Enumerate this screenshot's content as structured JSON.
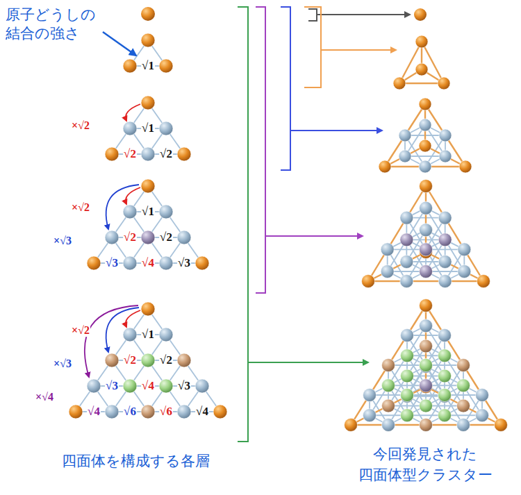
{
  "diagram": {
    "labels": [
      "原子どうしの 結合の強さ",
      "√1",
      "×√2",
      "√1",
      "√2",
      "√2",
      "×√2",
      "×√3",
      "√1",
      "√2",
      "√2",
      "√3",
      "√4",
      "√3",
      "×√2",
      "×√3",
      "×√4",
      "√1",
      "√2",
      "√2",
      "√3",
      "√4",
      "√3",
      "√4",
      "√6",
      "√6",
      "√4",
      "四面体を構成する各層",
      "今回発見された 四面体型クラスター"
    ]
  }
}
